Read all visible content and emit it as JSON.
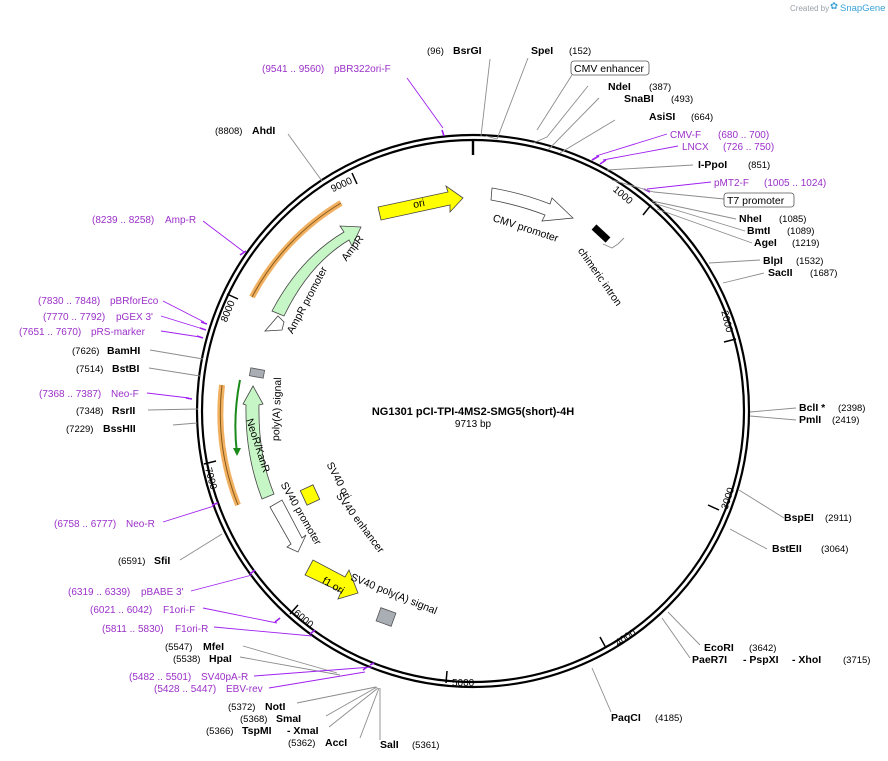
{
  "brand": {
    "created_by": "Created by",
    "name": "SnapGene"
  },
  "plasmid": {
    "name": "NG1301 pCI-TPI-4MS2-SMG5(short)-4H",
    "length": "9713 bp"
  },
  "colors": {
    "ring": "#000000",
    "primer": "#9b30c8",
    "enzyme": "#000000",
    "yellow": "#ffff00",
    "green": "#c6f5c6",
    "orange": "#f0b060"
  },
  "ticks": [
    "1000",
    "2000",
    "3000",
    "4000",
    "5000",
    "6000",
    "7000",
    "8000",
    "9000"
  ],
  "enzymes": [
    {
      "name": "BsrGI",
      "pos": "(96)"
    },
    {
      "name": "SpeI",
      "pos": "(152)"
    },
    {
      "name": "NdeI",
      "pos": "(387)"
    },
    {
      "name": "SnaBI",
      "pos": "(493)"
    },
    {
      "name": "AsiSI",
      "pos": "(664)"
    },
    {
      "name": "I-PpoI",
      "pos": "(851)"
    },
    {
      "name": "NheI",
      "pos": "(1085)"
    },
    {
      "name": "BmtI",
      "pos": "(1089)"
    },
    {
      "name": "AgeI",
      "pos": "(1219)"
    },
    {
      "name": "BlpI",
      "pos": "(1532)"
    },
    {
      "name": "SacII",
      "pos": "(1687)"
    },
    {
      "name": "BclI *",
      "pos": "(2398)"
    },
    {
      "name": "PmlI",
      "pos": "(2419)"
    },
    {
      "name": "BspEI",
      "pos": "(2911)"
    },
    {
      "name": "BstEII",
      "pos": "(3064)"
    },
    {
      "name": "EcoRI",
      "pos": "(3642)"
    },
    {
      "name": "PaeR7I",
      "pos": ""
    },
    {
      "name": "- PspXI",
      "pos": ""
    },
    {
      "name": "- XhoI",
      "pos": "(3715)"
    },
    {
      "name": "PaqCI",
      "pos": "(4185)"
    },
    {
      "name": "SalI",
      "pos": "(5361)"
    },
    {
      "name": "AccI",
      "pos": "(5362)"
    },
    {
      "name": "TspMI",
      "pos": "(5366)"
    },
    {
      "name": "- XmaI",
      "pos": ""
    },
    {
      "name": "SmaI",
      "pos": "(5368)"
    },
    {
      "name": "NotI",
      "pos": "(5372)"
    },
    {
      "name": "HpaI",
      "pos": "(5538)"
    },
    {
      "name": "MfeI",
      "pos": "(5547)"
    },
    {
      "name": "SfiI",
      "pos": "(6591)"
    },
    {
      "name": "BssHII",
      "pos": "(7229)"
    },
    {
      "name": "RsrII",
      "pos": "(7348)"
    },
    {
      "name": "BstBI",
      "pos": "(7514)"
    },
    {
      "name": "BamHI",
      "pos": "(7626)"
    },
    {
      "name": "AhdI",
      "pos": "(8808)"
    }
  ],
  "primers": [
    {
      "name": "pBR322ori-F",
      "range": "(9541 .. 9560)"
    },
    {
      "name": "CMV-F",
      "range": "(680 .. 700)"
    },
    {
      "name": "LNCX",
      "range": "(726 .. 750)"
    },
    {
      "name": "pMT2-F",
      "range": "(1005 .. 1024)"
    },
    {
      "name": "Amp-R",
      "range": "(8239 .. 8258)"
    },
    {
      "name": "pBRforEco",
      "range": "(7830 .. 7848)"
    },
    {
      "name": "pGEX 3'",
      "range": "(7770 .. 7792)"
    },
    {
      "name": "pRS-marker",
      "range": "(7651 .. 7670)"
    },
    {
      "name": "Neo-F",
      "range": "(7368 .. 7387)"
    },
    {
      "name": "Neo-R",
      "range": "(6758 .. 6777)"
    },
    {
      "name": "pBABE 3'",
      "range": "(6319 .. 6339)"
    },
    {
      "name": "F1ori-F",
      "range": "(6021 .. 6042)"
    },
    {
      "name": "F1ori-R",
      "range": "(5811 .. 5830)"
    },
    {
      "name": "SV40pA-R",
      "range": "(5482 .. 5501)"
    },
    {
      "name": "EBV-rev",
      "range": "(5428 .. 5447)"
    }
  ],
  "boxed_features": {
    "cmv_enhancer": "CMV enhancer",
    "t7_promoter": "T7 promoter"
  },
  "features": {
    "ori": "ori",
    "cmv_promoter": "CMV promoter",
    "chimeric_intron": "chimeric intron",
    "ampr": "AmpR",
    "ampr_promoter": "AmpR promoter",
    "polya": "poly(A) signal",
    "neor": "NeoR/KanR",
    "sv40_ori": "SV40 ori",
    "sv40_enhancer": "SV40 enhancer",
    "sv40_promoter": "SV40 promoter",
    "f1_ori": "f1 ori",
    "sv40_polya": "SV40 poly(A) signal"
  }
}
